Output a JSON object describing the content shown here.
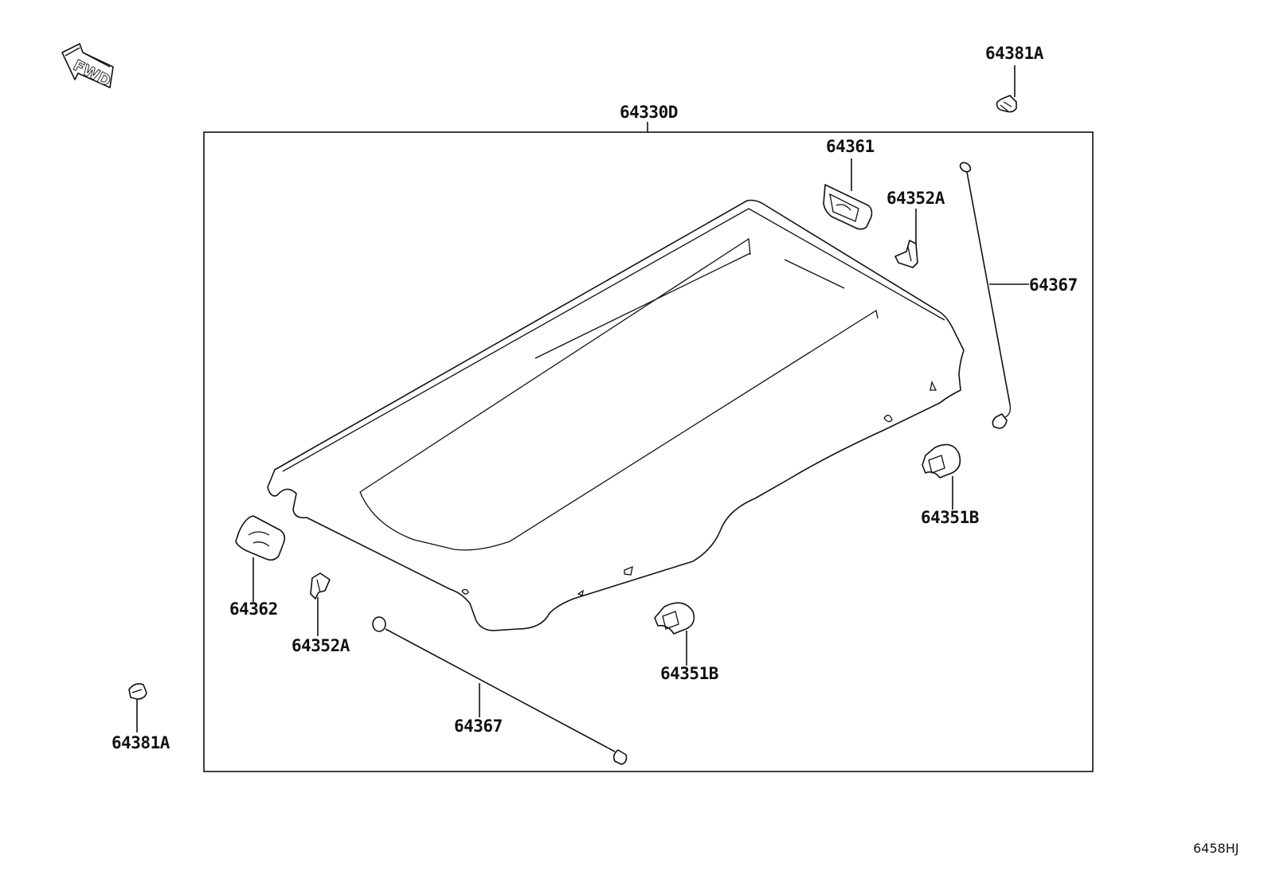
{
  "direction_marker": "FWD",
  "diagram_code": "6458HJ",
  "callouts": [
    {
      "id": "main",
      "label": "64330D"
    },
    {
      "id": "top-clip",
      "label": "64381A"
    },
    {
      "id": "hook-r",
      "label": "64361"
    },
    {
      "id": "bracket-r",
      "label": "64352A"
    },
    {
      "id": "string-r",
      "label": "64367"
    },
    {
      "id": "holder-r",
      "label": "64351B"
    },
    {
      "id": "hook-l",
      "label": "64362"
    },
    {
      "id": "bracket-l",
      "label": "64352A"
    },
    {
      "id": "holder-l",
      "label": "64351B"
    },
    {
      "id": "string-l",
      "label": "64367"
    },
    {
      "id": "bot-clip",
      "label": "64381A"
    }
  ]
}
